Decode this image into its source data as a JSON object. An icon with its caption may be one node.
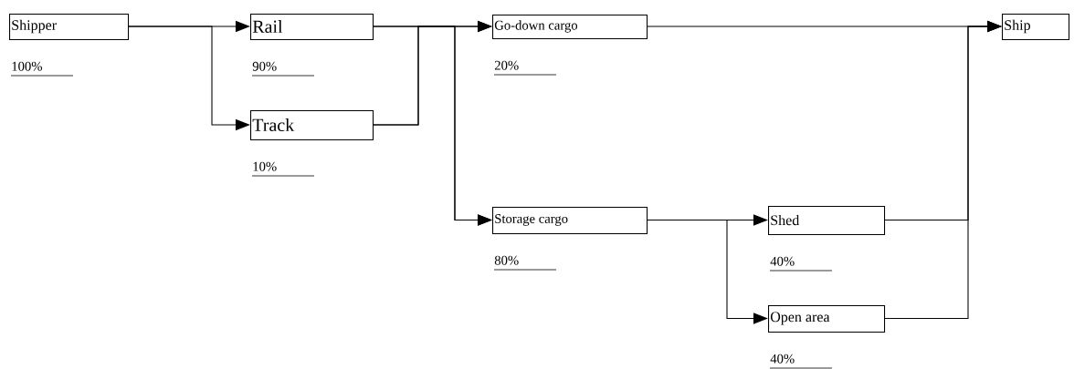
{
  "diagram": {
    "nodes": [
      {
        "text": [
          "Shipper"
        ],
        "beside": [
          "100%"
        ]
      },
      {
        "text": [
          "Rail"
        ],
        "beside": [
          "90%"
        ]
      },
      {
        "text": [
          "Track"
        ],
        "beside": [
          "10%"
        ]
      },
      {
        "text": [
          "Go-down cargo"
        ],
        "beside": [
          "20%"
        ]
      },
      {
        "text": [
          "Storage cargo"
        ],
        "beside": [
          "80%"
        ]
      },
      {
        "text": [
          "Shed"
        ],
        "beside": [
          "40%"
        ]
      },
      {
        "text": [
          "Open area"
        ],
        "beside": [
          "40%"
        ]
      },
      {
        "text": [
          "Ship"
        ]
      }
    ],
    "edges": [
      {
        "from": 0,
        "to": 1,
        "arrow": "to"
      },
      {
        "from": 0,
        "to": 2,
        "arrow": "to"
      },
      {
        "from": 1,
        "to": 3,
        "arrow": "to"
      },
      {
        "from": 1,
        "to": 4,
        "arrow": "to"
      },
      {
        "from": 2,
        "to": 3,
        "arrow": "to"
      },
      {
        "from": 2,
        "to": 4,
        "arrow": "to"
      },
      {
        "from": 3,
        "to": 7,
        "arrow": "to"
      },
      {
        "from": 4,
        "to": 5,
        "arrow": "to"
      },
      {
        "from": 4,
        "to": 6,
        "arrow": "to"
      },
      {
        "from": 5,
        "to": 7,
        "arrow": "to"
      },
      {
        "from": 6,
        "to": 7,
        "arrow": "to"
      }
    ]
  }
}
